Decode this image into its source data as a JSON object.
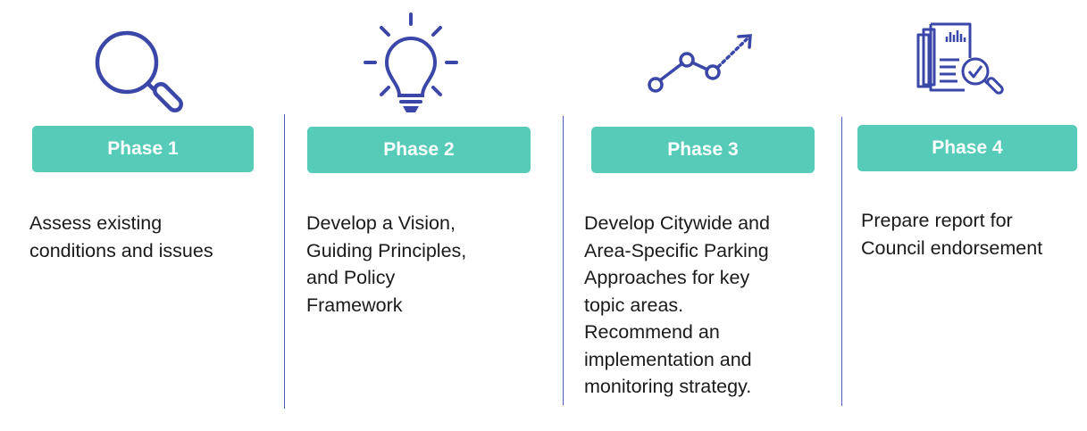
{
  "colors": {
    "badge_bg": "#55cbb8",
    "badge_text": "#ffffff",
    "icon_stroke": "#3a47a8",
    "divider": "#4a5fc0",
    "body_text": "#1a1a1a"
  },
  "phases": [
    {
      "label": "Phase 1",
      "icon": "magnifier-icon",
      "description_lines": [
        "Assess existing",
        "conditions and issues"
      ]
    },
    {
      "label": "Phase 2",
      "icon": "lightbulb-icon",
      "description_lines": [
        "Develop a Vision,",
        "Guiding Principles,",
        "and Policy",
        "Framework"
      ]
    },
    {
      "label": "Phase 3",
      "icon": "trend-line-icon",
      "description_lines": [
        "Develop Citywide and",
        "Area-Specific Parking",
        "Approaches for key",
        "topic areas.",
        "Recommend an",
        "implementation and",
        "monitoring strategy."
      ]
    },
    {
      "label": "Phase 4",
      "icon": "report-review-icon",
      "description_lines": [
        "Prepare report for",
        "Council endorsement"
      ]
    }
  ]
}
